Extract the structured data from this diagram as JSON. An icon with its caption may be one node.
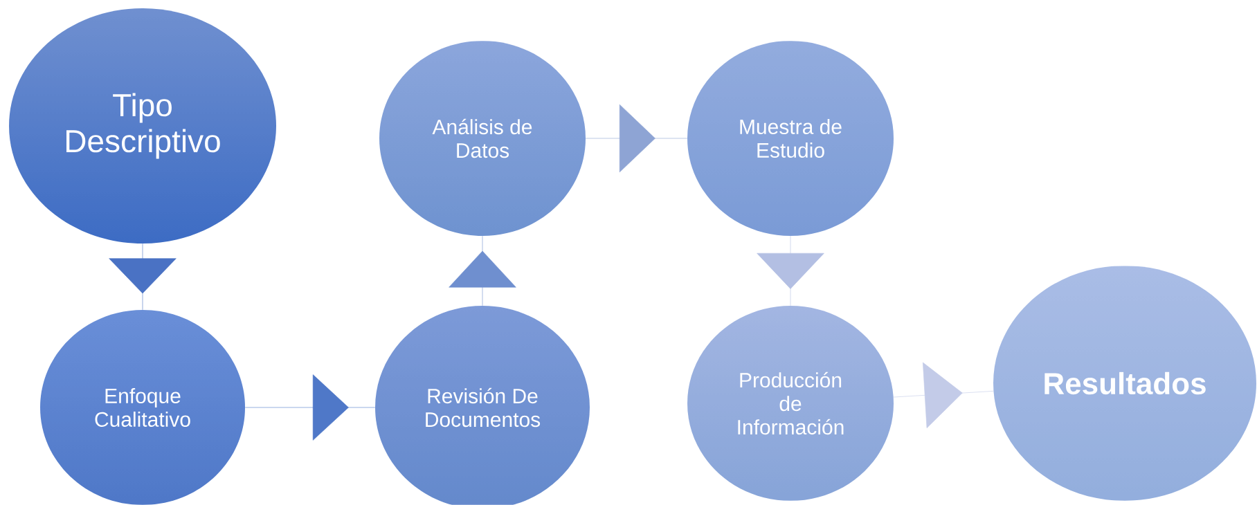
{
  "diagram": {
    "nodes": [
      {
        "text": [
          "Tipo Descriptivo"
        ]
      },
      {
        "text": [
          "Enfoque Cualitativo"
        ]
      },
      {
        "text": [
          "Revisión De Documentos"
        ]
      },
      {
        "text": [
          "Análisis de Datos"
        ]
      },
      {
        "text": [
          "Muestra de Estudio"
        ]
      },
      {
        "text": [
          "Producción de Información"
        ]
      },
      {
        "text": [
          "Resultados"
        ]
      }
    ],
    "edges": [
      {
        "from": 0,
        "to": 1,
        "arrow": "to",
        "color": "#4a72c4"
      },
      {
        "from": 1,
        "to": 2,
        "arrow": "to",
        "color": "#4f78c8"
      },
      {
        "from": 2,
        "to": 3,
        "arrow": "to",
        "color": "#6f8fcf"
      },
      {
        "from": 3,
        "to": 4,
        "arrow": "to",
        "color": "#8ea4d4"
      },
      {
        "from": 4,
        "to": 5,
        "arrow": "to",
        "color": "#b3bfe3"
      },
      {
        "from": 5,
        "to": 6,
        "arrow": "to",
        "color": "#c3cbe8"
      }
    ]
  }
}
